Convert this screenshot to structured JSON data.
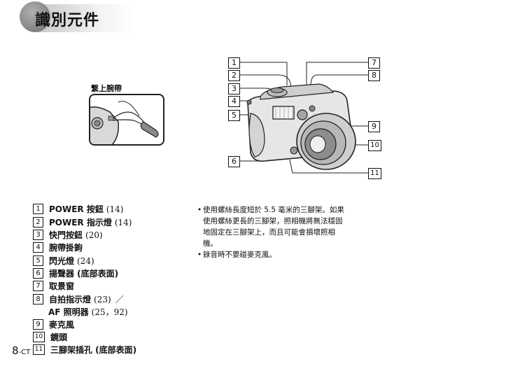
{
  "header": {
    "title": "識別元件"
  },
  "strap": {
    "label": "繫上腕帶"
  },
  "callouts": [
    "1",
    "2",
    "3",
    "4",
    "5",
    "6",
    "7",
    "8",
    "9",
    "10",
    "11"
  ],
  "parts": [
    {
      "num": "1",
      "label": "POWER 按鈕",
      "ref": "(14)"
    },
    {
      "num": "2",
      "label": "POWER 指示燈",
      "ref": "(14)"
    },
    {
      "num": "3",
      "label": "快門按鈕",
      "ref": "(20)"
    },
    {
      "num": "4",
      "label": "腕帶掛鉤",
      "ref": ""
    },
    {
      "num": "5",
      "label": "閃光燈",
      "ref": "(24)"
    },
    {
      "num": "6",
      "label": "揚聲器 (底部表面)",
      "ref": ""
    },
    {
      "num": "7",
      "label": "取景窗",
      "ref": ""
    },
    {
      "num": "8",
      "label": "自拍指示燈",
      "ref": "(23)",
      "sep": "／",
      "cont_label": "AF 照明器",
      "cont_ref": "(25，92)"
    },
    {
      "num": "9",
      "label": "麥克風",
      "ref": ""
    },
    {
      "num": "10",
      "label": "鏡頭",
      "ref": ""
    },
    {
      "num": "11",
      "label": "三腳架插孔 (底部表面)",
      "ref": ""
    }
  ],
  "notes": [
    "使用螺絲長度短於 5.5 毫米的三腳架。如果使用螺絲更長的三腳架，照相機將無法穩固地固定在三腳架上，而且可能會損壞照相機。",
    "錄音時不要碰麥克風。"
  ],
  "page": {
    "number": "8",
    "suffix": "-CT"
  }
}
